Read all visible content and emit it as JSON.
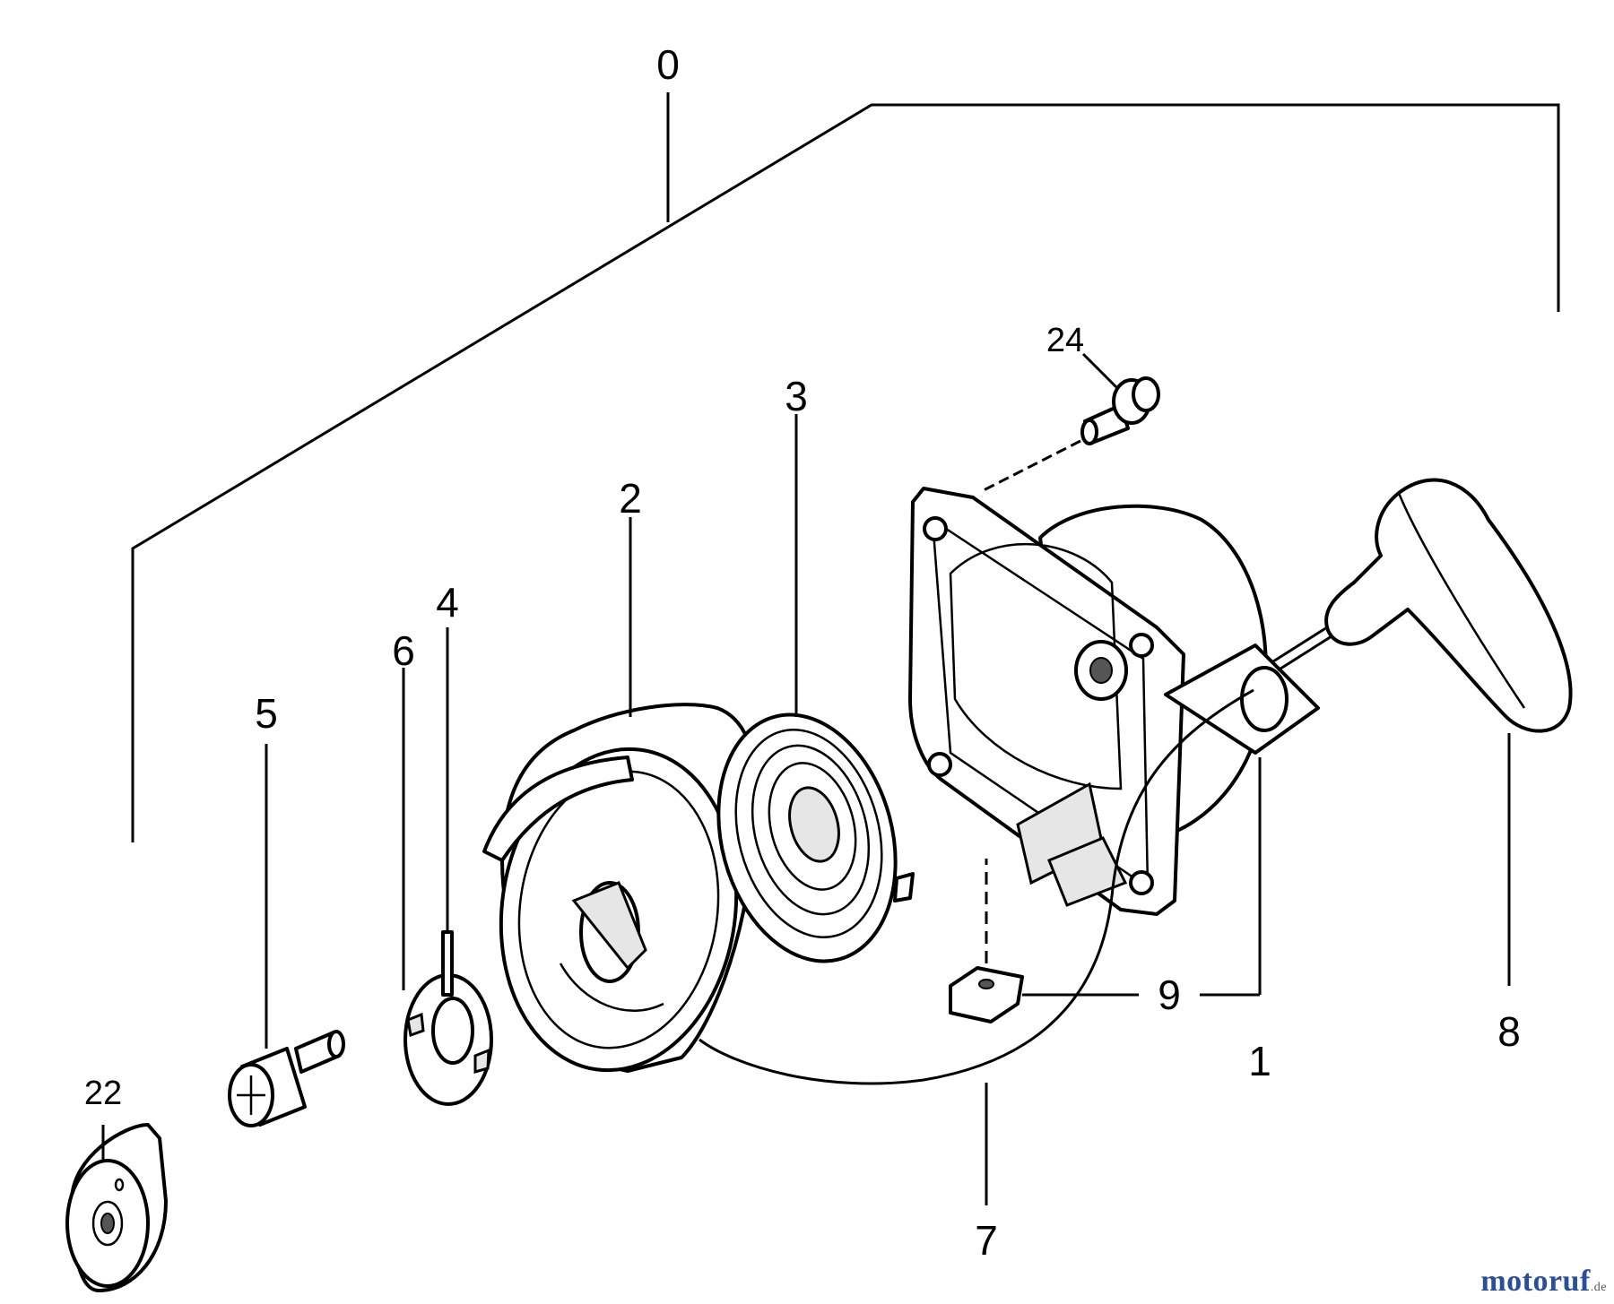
{
  "labels": {
    "l0": "0",
    "l1": "1",
    "l2": "2",
    "l3": "3",
    "l4": "4",
    "l5": "5",
    "l6": "6",
    "l7": "7",
    "l8": "8",
    "l9": "9",
    "l22": "22",
    "l24": "24"
  },
  "watermark": {
    "name": "motoruf",
    "tld": ".de"
  },
  "colors": {
    "ink": "#000000",
    "watermark": "#2a4f9a",
    "background": "#ffffff"
  }
}
